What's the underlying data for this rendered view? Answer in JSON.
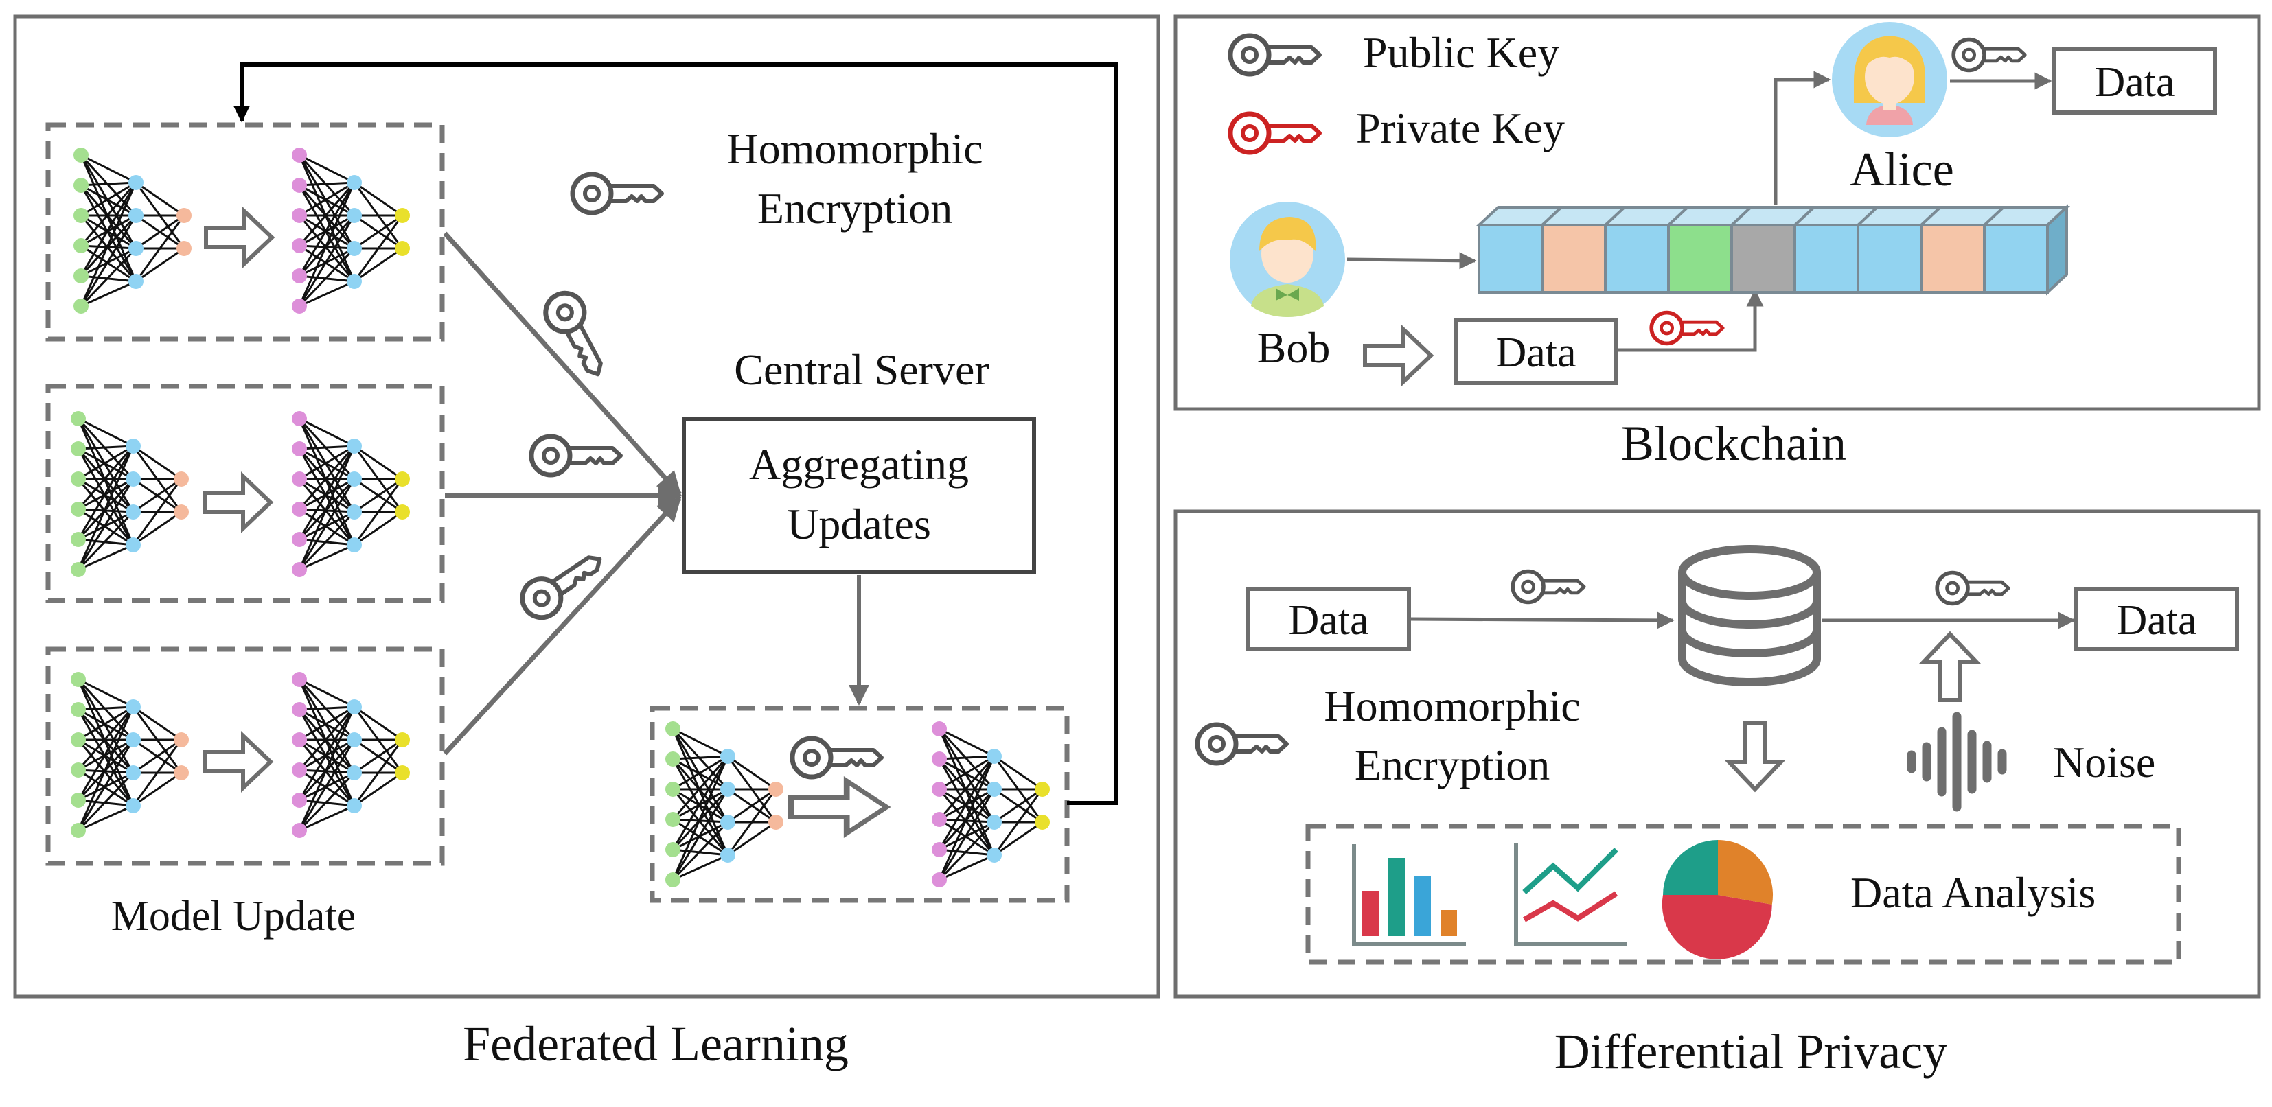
{
  "federated_learning": {
    "caption": "Federated Learning",
    "model_update_label": "Model Update",
    "he_label_line1": "Homomorphic",
    "he_label_line2": "Encryption",
    "central_server_label": "Central Server",
    "aggregating_line1": "Aggregating",
    "aggregating_line2": "Updates"
  },
  "blockchain": {
    "caption": "Blockchain",
    "legend_public": "Public Key",
    "legend_private": "Private Key",
    "alice": "Alice",
    "bob": "Bob",
    "data_out": "Data",
    "data_in": "Data"
  },
  "differential_privacy": {
    "caption": "Differential Privacy",
    "data_in": "Data",
    "data_out": "Data",
    "he_line1": "Homomorphic",
    "he_line2": "Encryption",
    "noise": "Noise",
    "analysis": "Data Analysis"
  },
  "colors": {
    "gray": "#6e6e6e",
    "public_key": "#555555",
    "private_key": "#cc2222",
    "block_blue": "#92d3f0",
    "block_peach": "#f5c5a8",
    "block_green": "#8ddf8c",
    "block_gray": "#a8a8a8",
    "node_green": "#a4df8f",
    "node_blue": "#8fd3f3",
    "node_peach": "#f5b99c",
    "node_pink": "#dd8fd9",
    "node_yellow": "#e9e02b"
  }
}
